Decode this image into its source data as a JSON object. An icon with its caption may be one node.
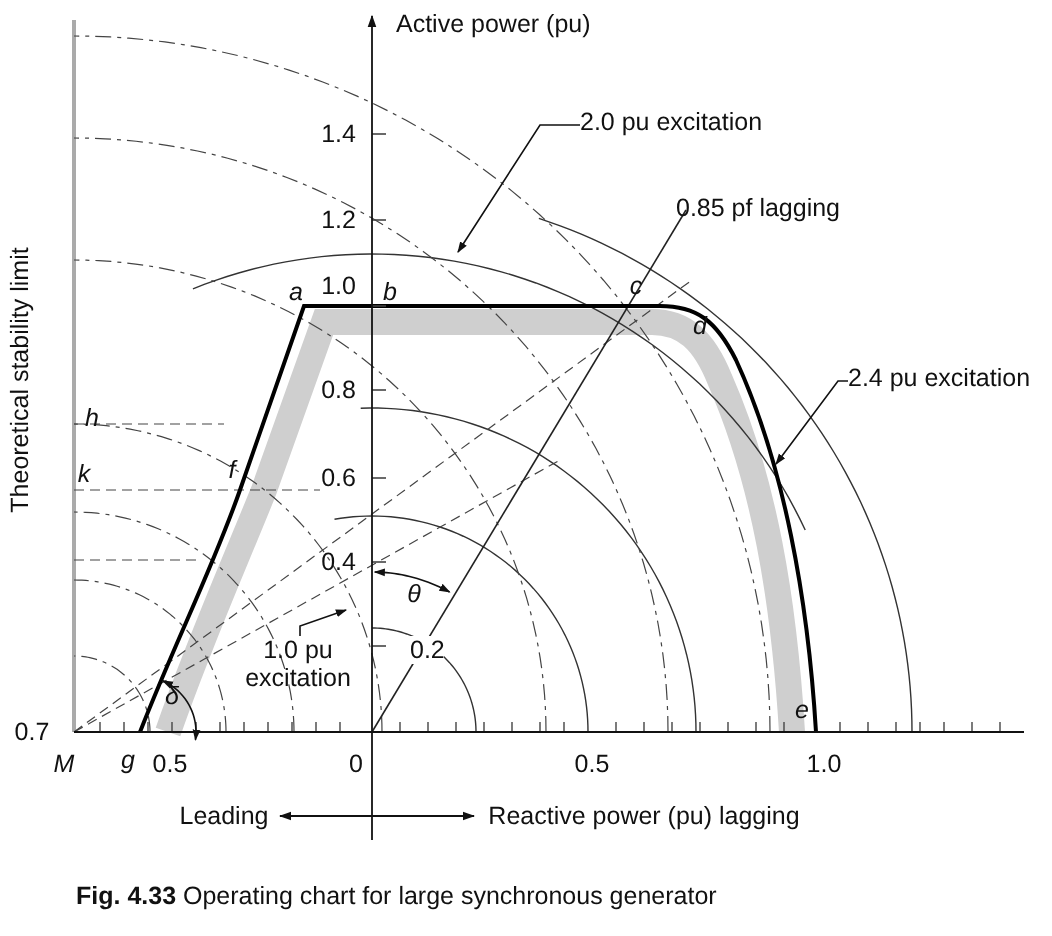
{
  "diagram": {
    "caption": "**Fig. 4.33**  Operating chart for large synchronous generator",
    "nodes": [
      {
        "text": [
          "2.0 pu excitation"
        ]
      },
      {
        "text": [
          "2.4 pu excitation"
        ]
      },
      {
        "text": [
          "1.0 pu excitation"
        ]
      }
    ],
    "edges": [
      {
        "from": 0,
        "to": null,
        "arrow": "to"
      },
      {
        "from": 1,
        "to": null,
        "arrow": "to"
      },
      {
        "from": 2,
        "to": null,
        "arrow": "to"
      }
    ],
    "labels": [
      "Active power (pu)",
      "1.4",
      "1.2",
      "1.0",
      "0.8",
      "0.6",
      "0.4",
      "0.2",
      "a",
      "b",
      "c",
      "d",
      "h",
      "k",
      "f",
      "θ",
      "δ",
      "0.85 pf lagging",
      "Theoretical stability limit",
      "0.7",
      "M",
      "g",
      "0.5",
      "0",
      "0.5",
      "e",
      "1.0",
      "Leading",
      "Reactive power (pu) lagging"
    ]
  }
}
